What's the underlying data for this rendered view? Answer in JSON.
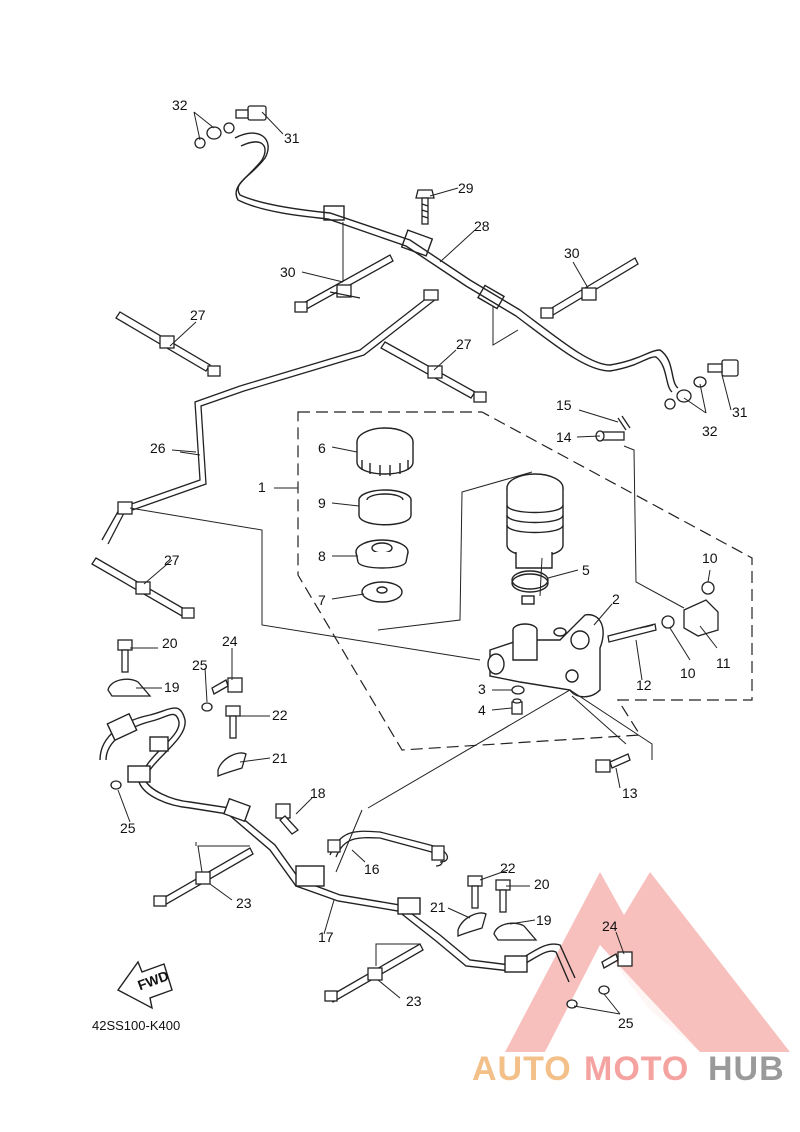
{
  "diagram": {
    "code": "42SS100-K400",
    "fwd_label": "FWD",
    "labels": [
      "1",
      "2",
      "3",
      "4",
      "5",
      "6",
      "7",
      "8",
      "9",
      "10",
      "10",
      "11",
      "12",
      "13",
      "14",
      "15",
      "16",
      "17",
      "18",
      "19",
      "19",
      "20",
      "20",
      "21",
      "21",
      "22",
      "22",
      "23",
      "23",
      "24",
      "24",
      "25",
      "25",
      "25",
      "26",
      "27",
      "27",
      "27",
      "28",
      "29",
      "30",
      "30",
      "31",
      "31",
      "32",
      "32"
    ]
  },
  "watermark": {
    "part1": "AUTO",
    "part2": "MOTO",
    "part3": "HUB",
    "colors": {
      "part1": "#f4c08a",
      "part2": "#f4a3a0",
      "part3": "#9a9a9a",
      "triangle": "#f08d86"
    }
  }
}
